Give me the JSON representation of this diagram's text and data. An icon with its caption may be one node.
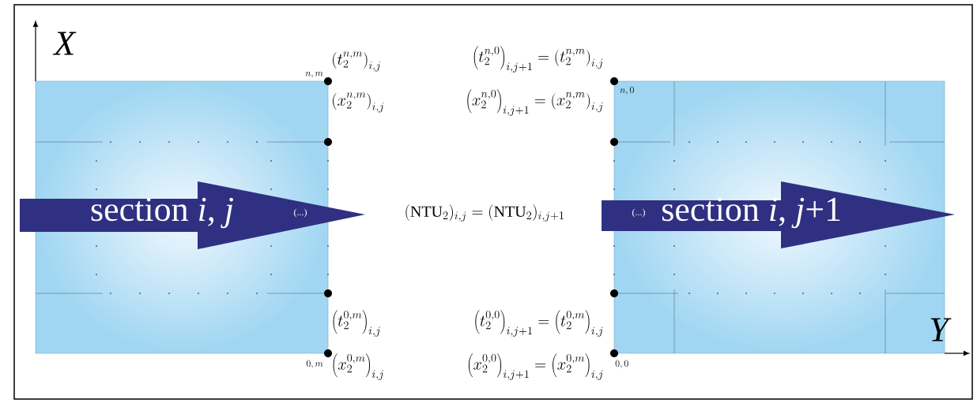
{
  "diagram": {
    "nodes": [
      {
        "text": [],
        "shape": "box"
      },
      {
        "text": [
          "section *i*, *j*",
          "(...)"
        ]
      },
      {
        "text": [],
        "shape": "box"
      },
      {
        "text": [
          "(...)",
          "section *i*, *j*+1"
        ]
      }
    ],
    "labels": [
      "X",
      "n,m",
      "\\left(t_2^{n,m}\\right)_{i,j}",
      "\\left(x_2^{n,m}\\right)_{i,j}",
      "\\left(t_2^{n,0}\\right)_{i,j+1}=\\left(t_2^{n,m}\\right)_{i,j}",
      "\\left(x_2^{n,0}\\right)_{i,j+1}=\\left(x_2^{n,m}\\right)_{i,j}",
      "n,0",
      "(\\mathrm{NTU}_2)_{i,j}=(\\mathrm{NTU}_2)_{i,j+1}",
      "\\left(t_2^{0,m}\\right)_{i,j}",
      "\\left(t_2^{0,0}\\right)_{i,j+1}=\\left(t_2^{0,m}\\right)_{i,j}",
      "Y",
      "0,m",
      "\\left(x_2^{0,m}\\right)_{i,j}",
      "\\left(x_2^{0,0}\\right)_{i,j+1}=\\left(x_2^{0,m}\\right)_{i,j}",
      "0,0"
    ]
  }
}
